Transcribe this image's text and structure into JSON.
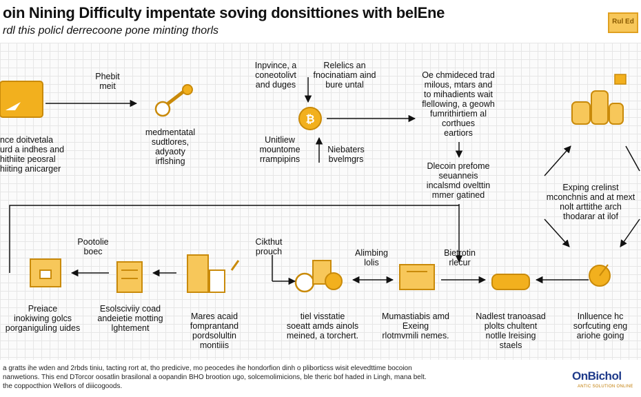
{
  "header": {
    "title": "oin Nining Difficulty impentate soving donsittiones with belEne",
    "subtitle": "rdl this policl derrecoone pone minting thorls",
    "corner_logo": "Rul Ed"
  },
  "labels": {
    "top_left_hand": "Phebit\nmeit",
    "left_desc": "nce doitvetala\nurd a indhes and\nhithiite peosral\nhiiting anicarger",
    "hammer_desc": "medmentatal\nsudtlores,\nadyaoty\nirflshing",
    "coin_top_left": "Inpvince, a\nconeotolivt\nand duges",
    "coin_top_right": "Relelics an\nfnocinatiam aind\nbure untal",
    "coin_bottom_left": "Unitliew\nmountome\nrrampipins",
    "coin_bottom_right": "Niebaters\nbvelmgrs",
    "mid_top": "Oe chmideced trad\nmilous, mtars and\nto mihadients wait\nflellowing, a geowh\nfumrithirtiem al\ncorthues\neartiors",
    "mid_bottom": "Dlecoin prefome\nseuanneis\nincalsmd ovelttin\nmmer gatined",
    "right_desc": "Exping crelinst\nmconchnis and at mext\nnolt arttithe arch\nthodarar at ilof",
    "bottom_arrow_label_1": "Pootolie\nboec",
    "bottom_arrow_label_2": "Cikthut\nprouch",
    "bottom_arrow_label_3": "Alimbing\nlolis",
    "bottom_arrow_label_4": "Bietrotin\nrlecur",
    "b1_desc": "Preiace\ninokiwing golcs\nporganiguling uides",
    "b2_desc": "Esolsciviiy coad\nandeietie motting\nlghtement",
    "b3_desc": "Mares acaid\nfomprantand\npordsolultin\nmontiiis",
    "b4_desc": "tiel visstatie\nsoeatt amds ainols\nmeined, a torchert.",
    "b5_desc": "Mumastiabis amd\nExeing\nrlotmvmili nemes.",
    "b6_desc": "Nadlest tranoasad\nplolts chultent\nnotlle lreising\nstaels",
    "b7_desc": "Inlluence hc\nsorfcuting eng\nariohe going",
    "coin_symbol": "₿"
  },
  "footer": {
    "text": "a gratts ihe wden and 2rbds tiniu, tacting rort at, tho predicive, mo peocedes ihe hondorfion dinh o pliborticss wisit elevedttime bocoion\nnanwetions. This end DTorcor oosatlin brasilonal a oopandin BHO brootion ugo, solcemolimicions, ble theric bof haded in Lingh, mana belt.\nthe coppocthion Wellors of diiicogoods."
  },
  "brand": {
    "name": "OnBichol",
    "tagline": "ANTIC SOLUTION ONLINE"
  },
  "colors": {
    "accent": "#f2b01e",
    "accent_dark": "#c98a0a",
    "line": "#111111",
    "brand": "#1e3a8a"
  }
}
